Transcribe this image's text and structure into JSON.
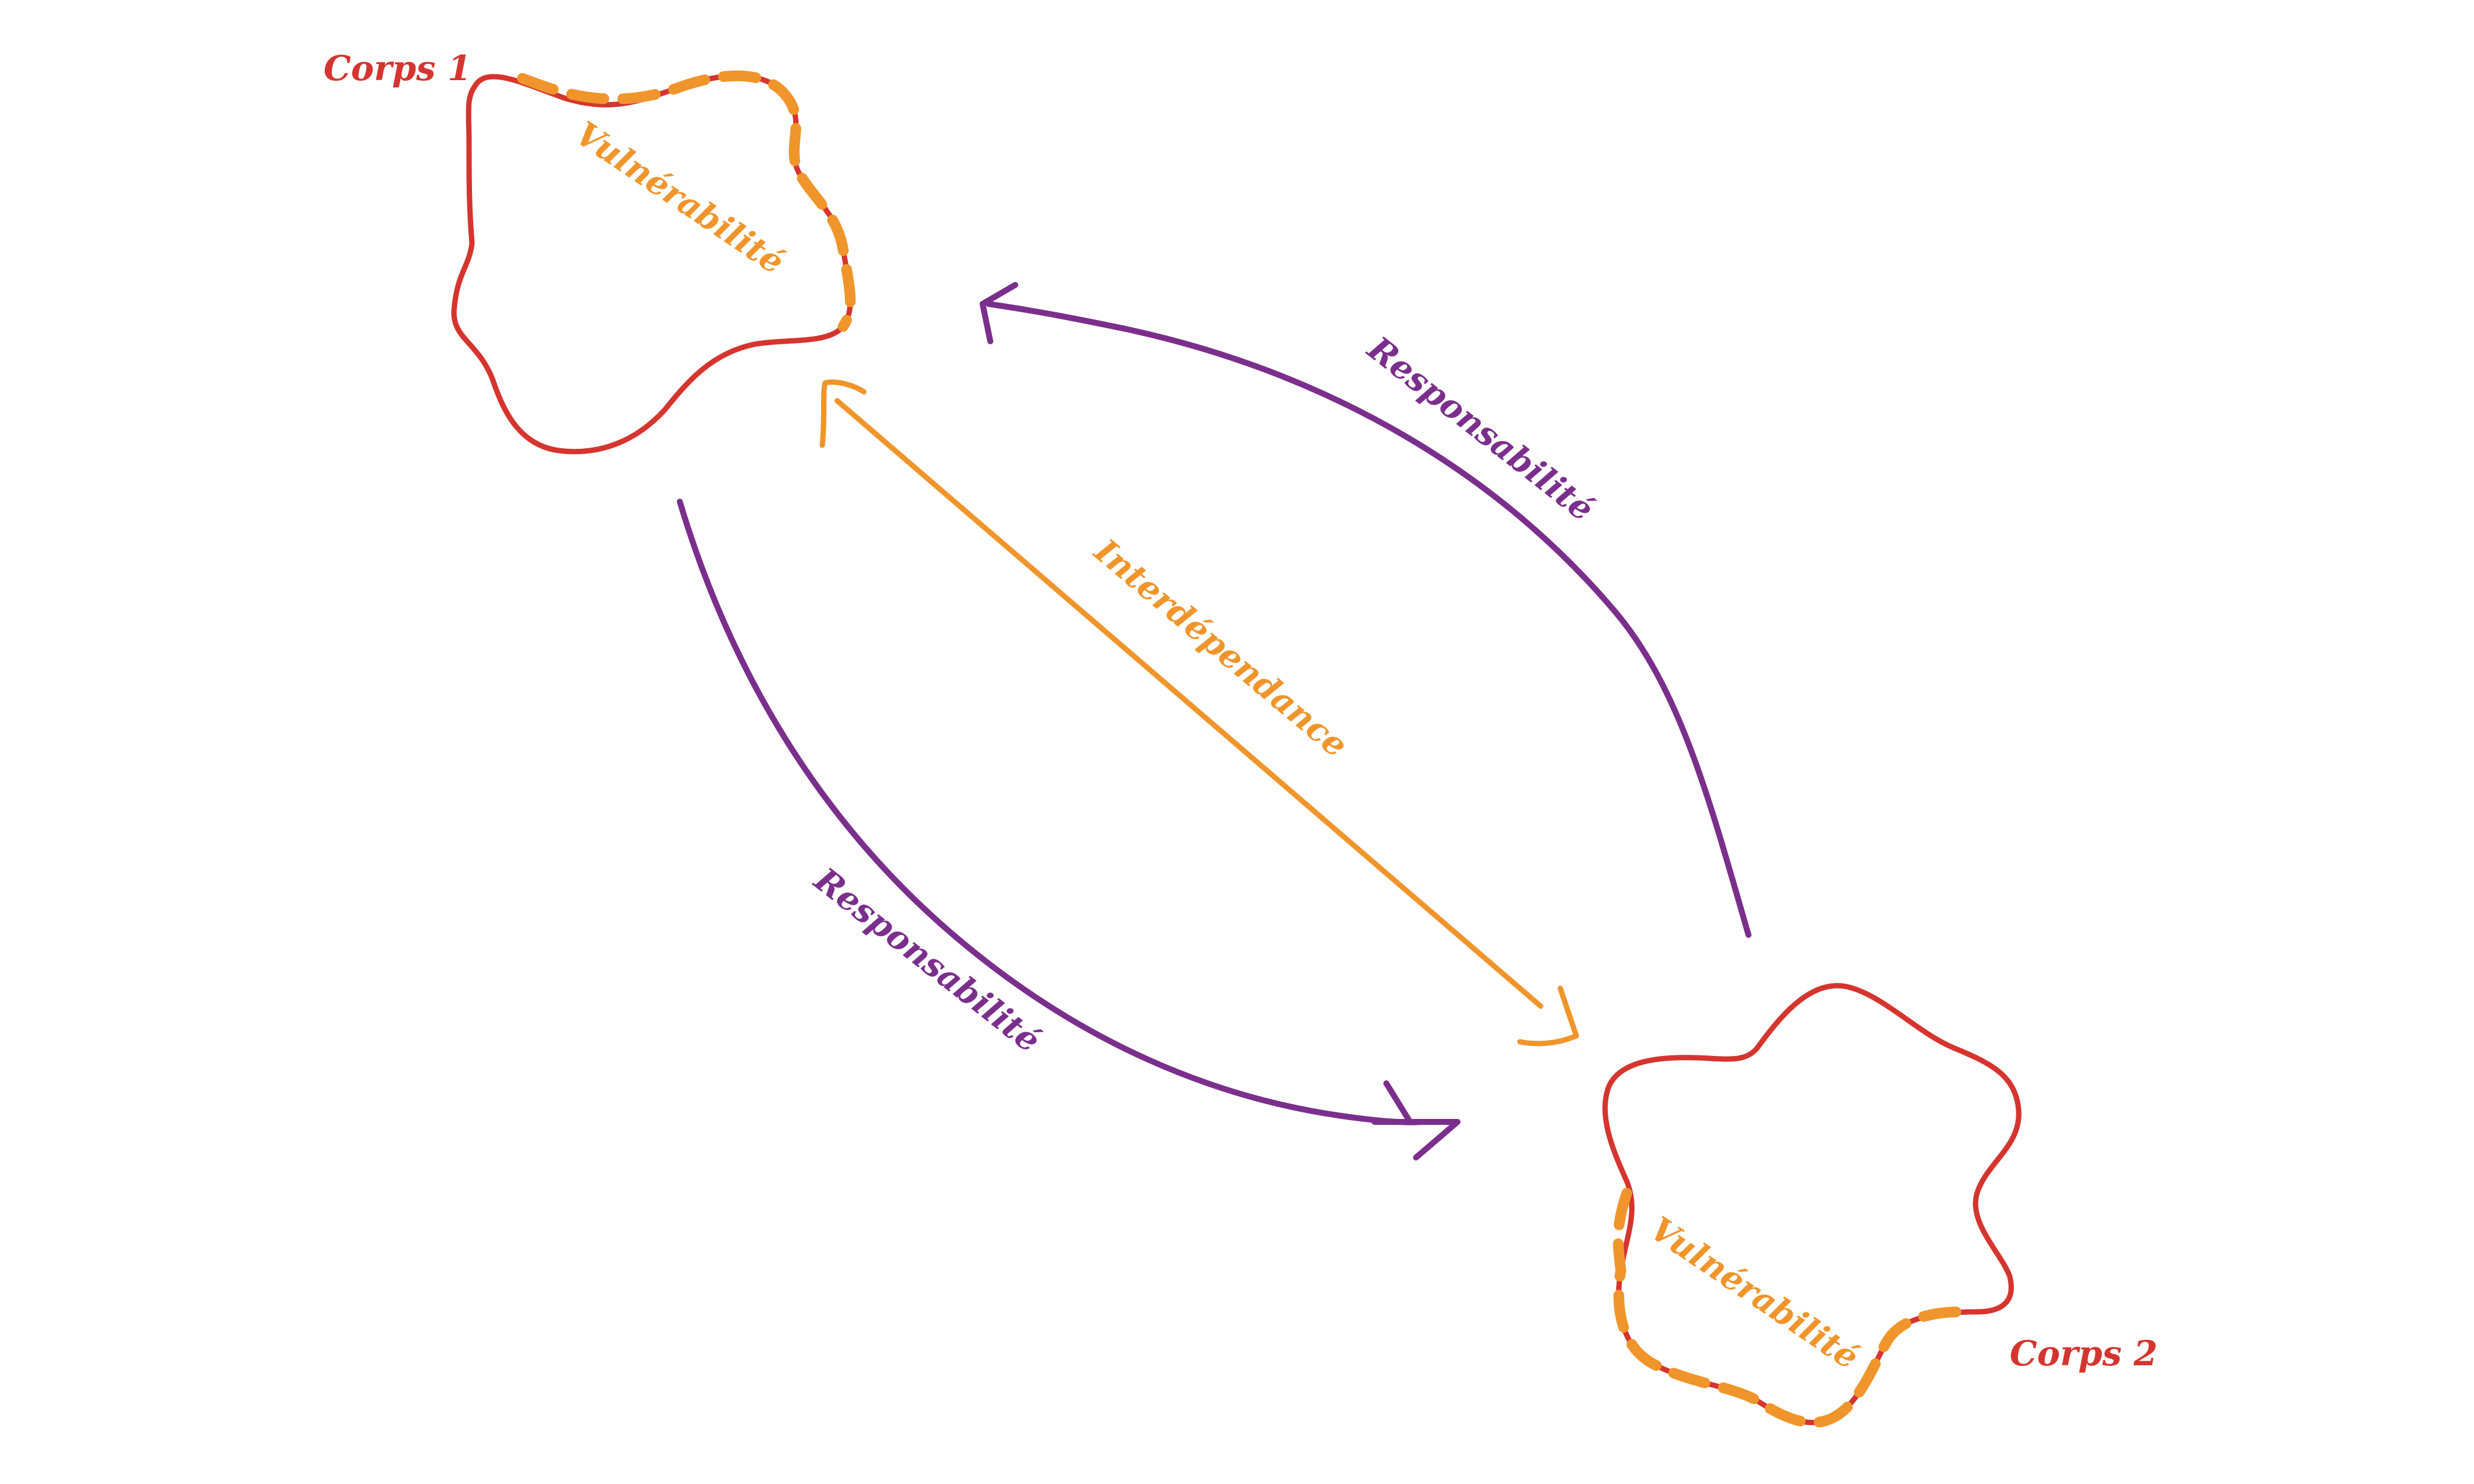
{
  "colors": {
    "body": "#d5352f",
    "vulnerability": "#f0952b",
    "responsibility": "#7b2f8c",
    "interdependence": "#f0952b"
  },
  "bodies": {
    "body1": {
      "label": "Corps 1",
      "vulnerability_label": "Vulnérabilité"
    },
    "body2": {
      "label": "Corps 2",
      "vulnerability_label": "Vulnérabilité"
    }
  },
  "relations": {
    "responsibility_upper": {
      "label": "Responsabilité",
      "from": "Corps 2",
      "to": "Corps 1"
    },
    "responsibility_lower": {
      "label": "Responsabilité",
      "from": "Corps 1",
      "to": "Corps 2"
    },
    "interdependence": {
      "label": "Interdépendance",
      "direction": "bidirectional"
    }
  }
}
